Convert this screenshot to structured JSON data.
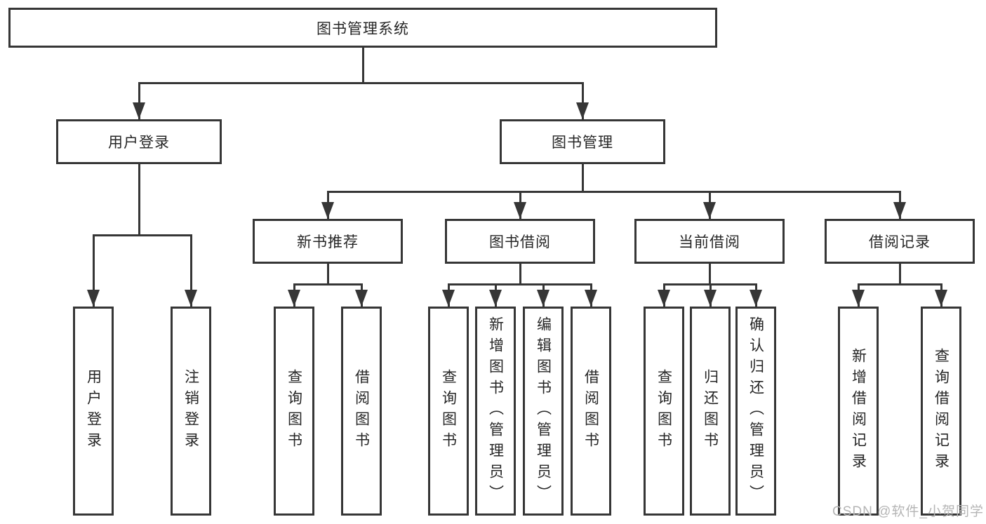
{
  "title": "图书管理系统",
  "tree": {
    "root": {
      "label": "图书管理系统"
    },
    "branches": [
      {
        "label": "用户登录",
        "children": [
          {
            "label": "用户登录"
          },
          {
            "label": "注销登录"
          }
        ]
      },
      {
        "label": "图书管理",
        "children": [
          {
            "label": "新书推荐",
            "children": [
              {
                "label": "查询图书"
              },
              {
                "label": "借阅图书"
              }
            ]
          },
          {
            "label": "图书借阅",
            "children": [
              {
                "label": "查询图书"
              },
              {
                "label": "新增图书（管理员）"
              },
              {
                "label": "编辑图书（管理员）"
              },
              {
                "label": "借阅图书"
              }
            ]
          },
          {
            "label": "当前借阅",
            "children": [
              {
                "label": "查询图书"
              },
              {
                "label": "归还图书"
              },
              {
                "label": "确认归还（管理员）"
              }
            ]
          },
          {
            "label": "借阅记录",
            "children": [
              {
                "label": "新增借阅记录"
              },
              {
                "label": "查询借阅记录"
              }
            ]
          }
        ]
      }
    ]
  },
  "watermark": {
    "text": "CSDN @软件_小贺同学",
    "color": "#b5b5b5"
  },
  "colors": {
    "line": "#363636",
    "text": "#262626",
    "background": "#ffffff"
  }
}
